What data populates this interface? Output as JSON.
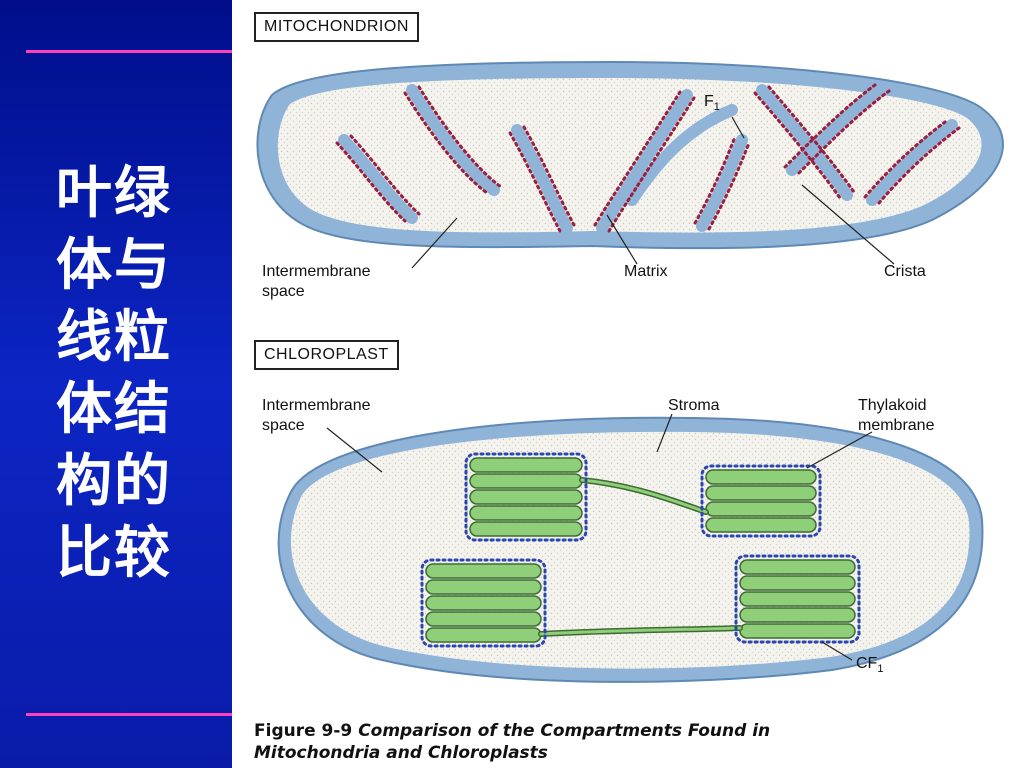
{
  "side": {
    "title": "叶绿体与线粒体结构的比较"
  },
  "mitochondrion": {
    "box_label": "MITOCHONDRION",
    "labels": {
      "intermembrane": "Intermembrane\nspace",
      "matrix": "Matrix",
      "crista": "Crista",
      "f1": "F",
      "f1_sub": "1"
    }
  },
  "chloroplast": {
    "box_label": "CHLOROPLAST",
    "labels": {
      "intermembrane": "Intermembrane\nspace",
      "stroma": "Stroma",
      "thylakoid": "Thylakoid\nmembrane",
      "cf1": "CF",
      "cf1_sub": "1"
    }
  },
  "caption": {
    "figure_number": "Figure 9-9",
    "text_line1": "Comparison of the Compartments Found in",
    "text_line2": "Mitochondria and Chloroplasts"
  },
  "colors": {
    "panel_blue": "#0a1ba8",
    "accent_pink": "#ff3fbd",
    "membrane_blue": "#8fb4d8",
    "granum_green": "#8fcf7a",
    "particle_red": "#9b1f3f",
    "particle_blue": "#2c46b0"
  }
}
